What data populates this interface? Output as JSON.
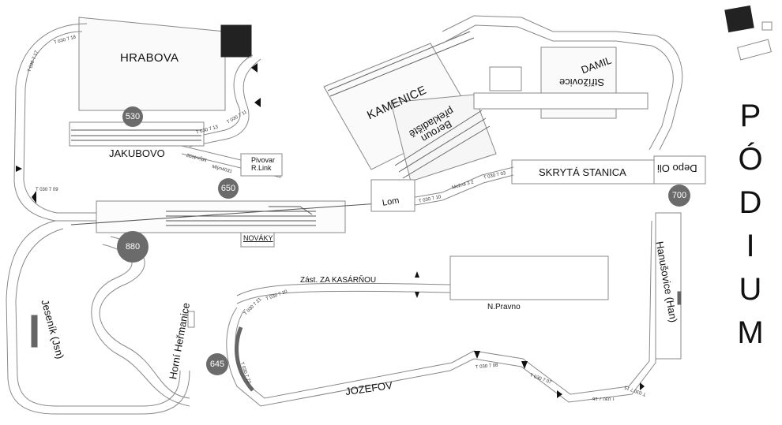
{
  "stations": {
    "hrabova": "HRABOVA",
    "jakubovo": "JAKUBOVO",
    "kamenice": "KAMENICE",
    "beroun": "Beroun\npřekladiště",
    "damil": "DAMIL",
    "strizovice": "Střížovice",
    "skryta": "SKRYTÁ STANICA",
    "depo": "Depo Oli",
    "lom": "Lom",
    "novaky": "NOVÁKY",
    "pivovar": "Pivovar\nR.Link",
    "mlyn": "Mlýn4031",
    "mlyn2": "Mlýn4032",
    "jesenik": "Jeseník (Jsn)",
    "hermanice": "Horní Heřmanice",
    "kasarnou": "Zást. ZA KASÁRŇOU",
    "npravno": "N.Pravno",
    "jozefov": "JOZEFOV",
    "hanusovice": "Hanušovice (Han)"
  },
  "markers": [
    {
      "id": "m530",
      "label": "530"
    },
    {
      "id": "m650",
      "label": "650"
    },
    {
      "id": "m880",
      "label": "880"
    },
    {
      "id": "m700",
      "label": "700"
    },
    {
      "id": "m645",
      "label": "645"
    }
  ],
  "podium": [
    "P",
    "Ó",
    "D",
    "I",
    "U",
    "M"
  ],
  "module_codes": {
    "t030_7_18": "T 030 7 18",
    "t030_7_17": "T 030 7 17",
    "t030_7_13": "T 030 7 13",
    "t030_7_11": "T 030 7 11",
    "t030_7_09": "T 030 7 09",
    "t030_7_10": "T 030 7 10",
    "t030_7_03": "T 030 7 03",
    "t030_7_21": "T 030 7 21",
    "t030_7_20": "T 030 7 20",
    "t030_7_22": "T 030 7 22",
    "t030_7_08": "T 030 7 08",
    "t030_7_07": "T 030 7 07",
    "t030_7_16": "T 030 7 16",
    "t030_7_15": "T 030 7 15",
    "mozna": "Možná 3 2"
  }
}
